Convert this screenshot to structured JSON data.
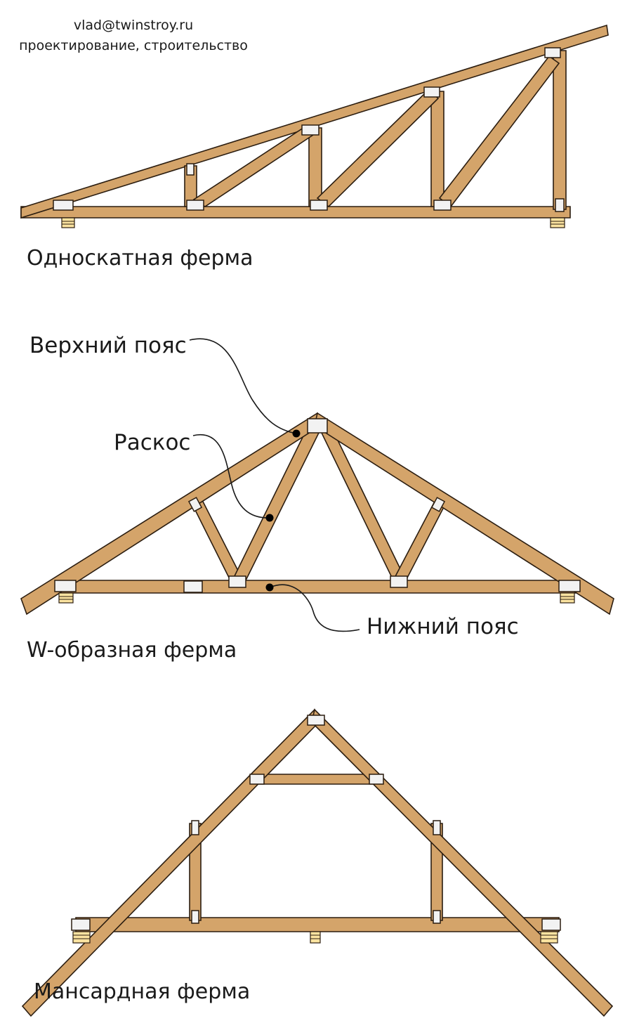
{
  "header": {
    "email": "vlad@twinstroy.ru",
    "tagline": "проектирование, строительство"
  },
  "trusses": [
    {
      "title": "Односкатная ферма"
    },
    {
      "title": "W-образная ферма"
    },
    {
      "title": "Мансардная ферма"
    }
  ],
  "callouts": {
    "top_chord": "Верхний пояс",
    "web": "Раскос",
    "bottom_chord": "Нижний пояс"
  },
  "colors": {
    "wood": "#d4a46a",
    "outline": "#2b1d10",
    "plate": "#f2f2f2",
    "support": "#fbe3a0"
  }
}
